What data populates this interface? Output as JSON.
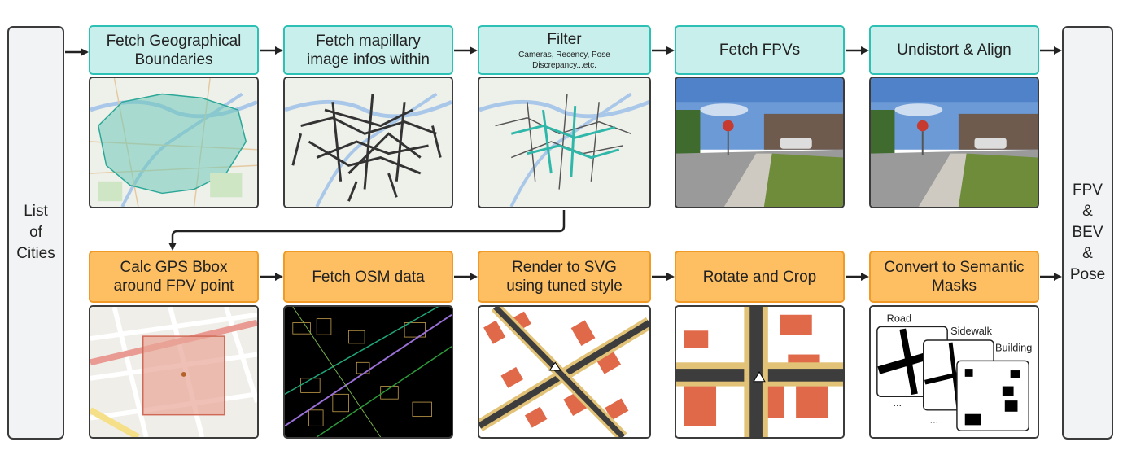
{
  "left_box": {
    "lines": [
      "List",
      "of",
      "Cities"
    ]
  },
  "right_box": {
    "lines": [
      "FPV",
      "&",
      "BEV",
      "&",
      "Pose"
    ]
  },
  "top_row": [
    {
      "title_lines": [
        "Fetch Geographical",
        "Boundaries"
      ],
      "thumb": "boundary-map"
    },
    {
      "title_lines": [
        "Fetch mapillary",
        "image infos within"
      ],
      "thumb": "mapillary-map"
    },
    {
      "title_lines": [
        "Filter"
      ],
      "subtitle_lines": [
        "Cameras, Recency, Pose",
        "Discrepancy...etc."
      ],
      "thumb": "filtered-map"
    },
    {
      "title_lines": [
        "Fetch FPVs"
      ],
      "thumb": "fpv-photo"
    },
    {
      "title_lines": [
        "Undistort & Align"
      ],
      "thumb": "aligned-photo"
    }
  ],
  "bottom_row": [
    {
      "title_lines": [
        "Calc GPS Bbox",
        "around FPV point"
      ],
      "thumb": "gps-bbox-map"
    },
    {
      "title_lines": [
        "Fetch OSM data"
      ],
      "thumb": "osm-data"
    },
    {
      "title_lines": [
        "Render to SVG",
        "using tuned style"
      ],
      "thumb": "svg-render"
    },
    {
      "title_lines": [
        "Rotate and Crop"
      ],
      "thumb": "rotated-crop"
    },
    {
      "title_lines": [
        "Convert to Semantic",
        "Masks"
      ],
      "thumb": "semantic-masks"
    }
  ],
  "mask_labels": {
    "road": "Road",
    "sidewalk": "Sidewalk",
    "building": "Building",
    "ellipsis": "..."
  },
  "colors": {
    "teal_fill": "#c8efec",
    "teal_border": "#2cc1b4",
    "orange_fill": "#fdbf61",
    "orange_border": "#f09b27",
    "road": "#3d3d3d",
    "sidewalk": "#e2c276",
    "building": "#e0694a"
  }
}
